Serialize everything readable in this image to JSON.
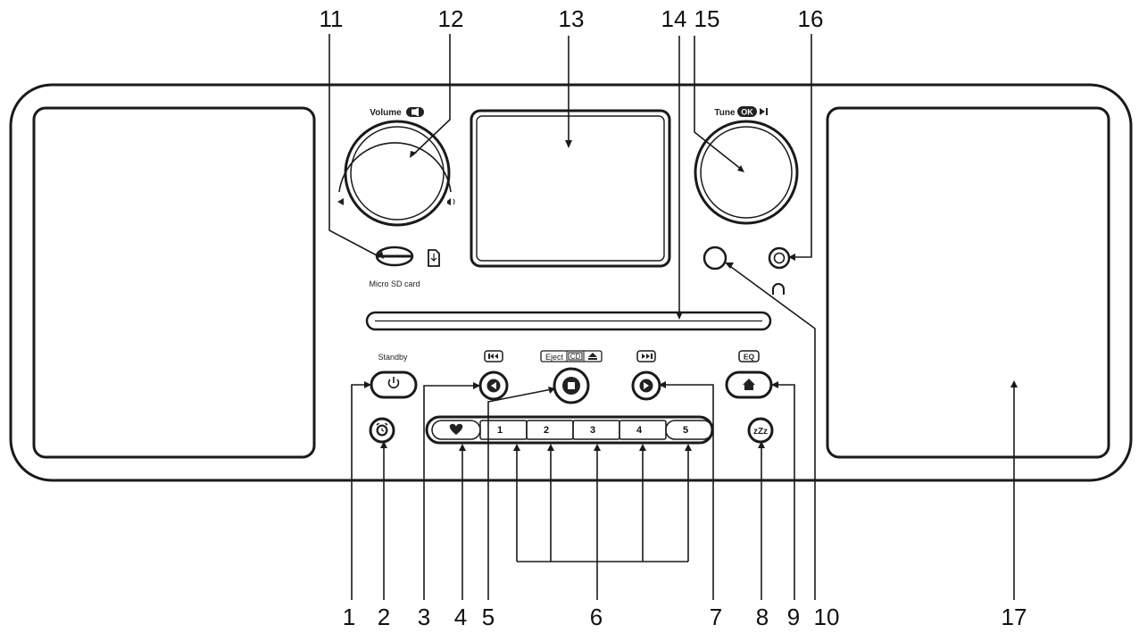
{
  "callouts_top": [
    "11",
    "12",
    "13",
    "14",
    "15",
    "16"
  ],
  "callouts_bottom": [
    "1",
    "2",
    "3",
    "4",
    "5",
    "6",
    "7",
    "8",
    "9",
    "10",
    "17"
  ],
  "labels": {
    "volume": "Volume",
    "tune": "Tune",
    "ok": "OK",
    "micro_sd": "Micro SD card",
    "standby": "Standby",
    "eject": "Eject",
    "cd": "CD",
    "eq": "EQ",
    "sleep": "zZz"
  },
  "preset_buttons": [
    "1",
    "2",
    "3",
    "4",
    "5"
  ],
  "colors": {
    "line": "#1a1a1a",
    "background": "#ffffff"
  },
  "icons": [
    "power-icon",
    "alarm-clock-icon",
    "skip-back-icon",
    "stop-icon",
    "skip-forward-icon",
    "home-icon",
    "heart-icon",
    "eject-icon",
    "headphone-icon",
    "sd-card-icon",
    "mute-icon",
    "play-pause-icon"
  ]
}
